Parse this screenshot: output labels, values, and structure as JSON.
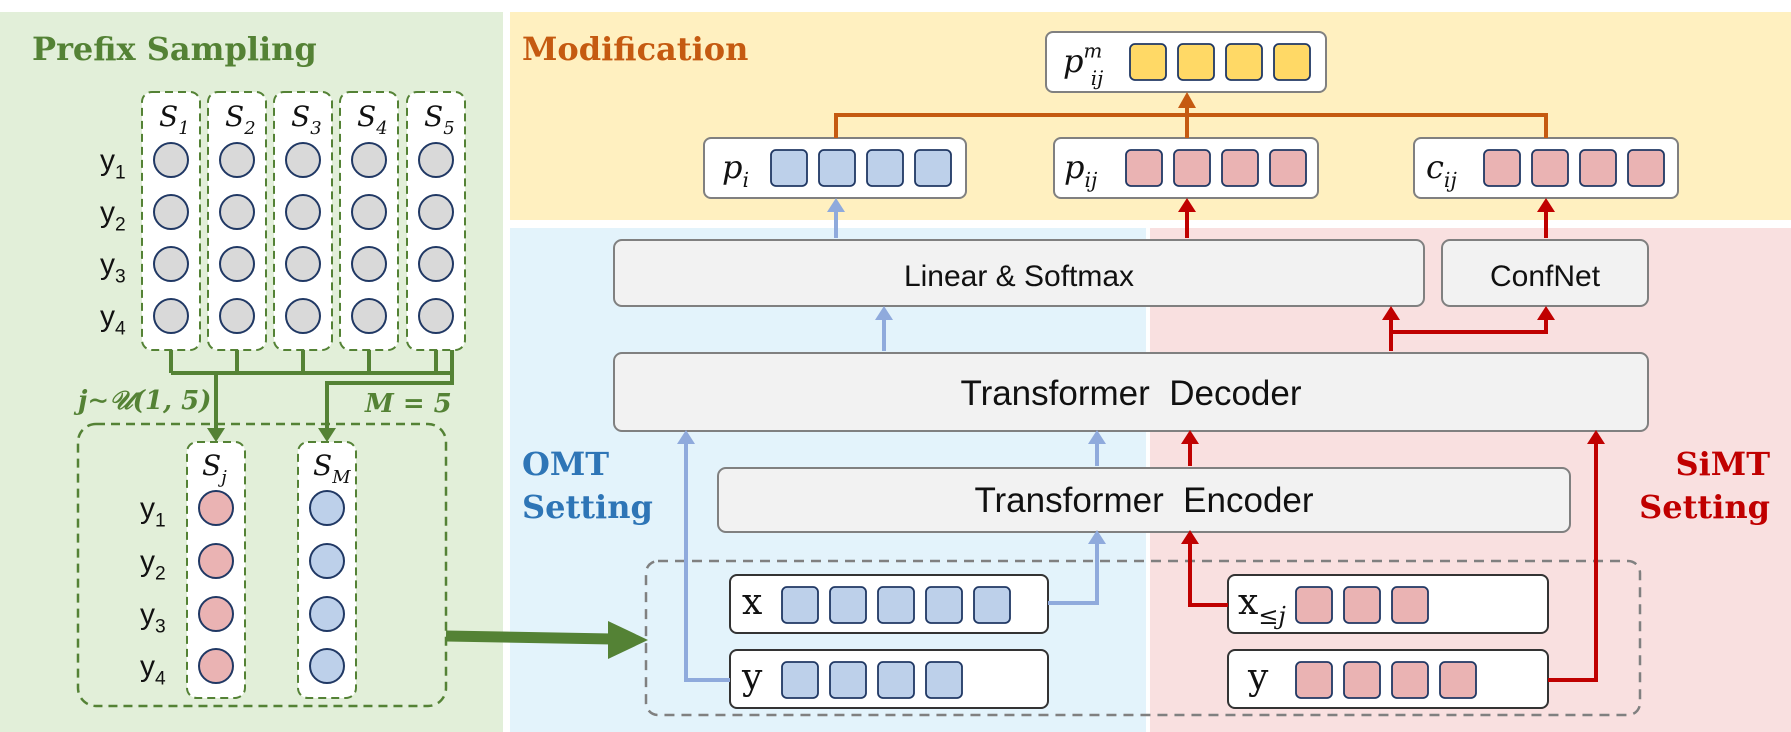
{
  "sections": {
    "prefix_sampling": "Prefix Sampling",
    "modification": "Modification",
    "omt_line1": "OMT",
    "omt_line2": "Setting",
    "simt_line1": "SiMT",
    "simt_line2": "Setting"
  },
  "samples": {
    "s_symbol": "S",
    "subscripts": [
      "1",
      "2",
      "3",
      "4",
      "5"
    ],
    "y_symbol": "y",
    "row_subscripts": [
      "1",
      "2",
      "3",
      "4"
    ]
  },
  "sampling": {
    "j_label": "j∼𝒰(1, 5)",
    "m_label": "M = 5",
    "sj_sub": "j",
    "sm_sub": "M"
  },
  "outputs": {
    "p_m_base": "p",
    "p_m_sup": "m",
    "p_m_sub": "ij",
    "p_i_base": "p",
    "p_i_sub": "i",
    "p_ij_base": "p",
    "p_ij_sub": "ij",
    "c_ij_base": "c",
    "c_ij_sub": "ij"
  },
  "modules": {
    "linear_softmax": "Linear & Softmax",
    "confnet": "ConfNet",
    "decoder": "Transformer  Decoder",
    "encoder": "Transformer  Encoder"
  },
  "inputs": {
    "x_omt": "x",
    "y_omt": "y",
    "x_simt_base": "x",
    "x_simt_sub": "≤j",
    "y_simt": "y"
  },
  "colors": {
    "green_bg": "#e2efd9",
    "yellow_bg": "#fff0c0",
    "blue_bg": "#e3f3fb",
    "pink_bg": "#f9e0e0",
    "green": "#548235",
    "orange": "#c55a11",
    "blue_text": "#2e75b6",
    "red_text": "#c00000",
    "red_arrow": "#c00000",
    "blue_arrow": "#8faadc",
    "blue_cell": "#bdd0ea",
    "pink_cell": "#eab3b3",
    "yellow_cell": "#ffd966",
    "gray_circle": "#d9d9d9",
    "cell_stroke": "#203864",
    "box_fill": "#f2f2f2",
    "box_stroke": "#808080"
  }
}
